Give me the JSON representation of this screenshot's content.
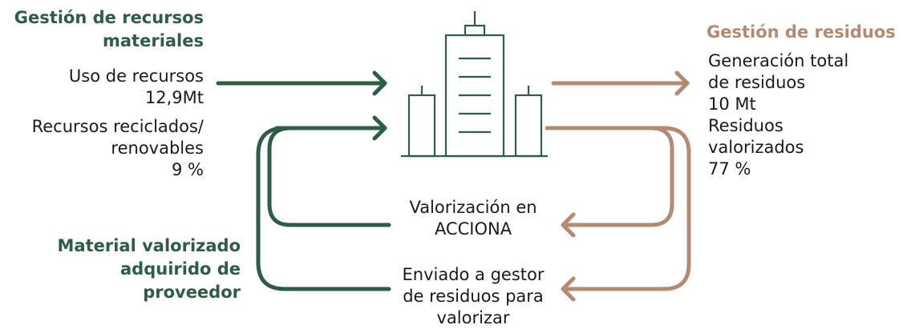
{
  "left_section": {
    "heading": [
      "Gestión de recursos",
      "materiales"
    ],
    "uso_label": "Uso de recursos",
    "uso_value": "12,9Mt",
    "reciclados_label": [
      "Recursos reciclados/",
      "renovables"
    ],
    "reciclados_value": "9 %"
  },
  "right_section": {
    "heading": "Gestión de residuos",
    "generacion_label": [
      "Generación total",
      "de residuos"
    ],
    "generacion_value": "10 Mt",
    "valorizados_label": [
      "Residuos",
      "valorizados"
    ],
    "valorizados_value": "77 %"
  },
  "bottom_left": {
    "heading": [
      "Material valorizado",
      "adquirido de",
      "proveedor"
    ]
  },
  "center": {
    "valorizacion": [
      "Valorización en",
      "ACCIONA"
    ],
    "enviado": [
      "Enviado a gestor",
      "de residuos para",
      "valorizar"
    ]
  },
  "colors": {
    "green": "#2e5d45",
    "brown": "#b48b72",
    "text": "#1a1a1a"
  },
  "icons": [
    "buildings-icon",
    "arrow-right-icon",
    "arrow-left-icon"
  ]
}
